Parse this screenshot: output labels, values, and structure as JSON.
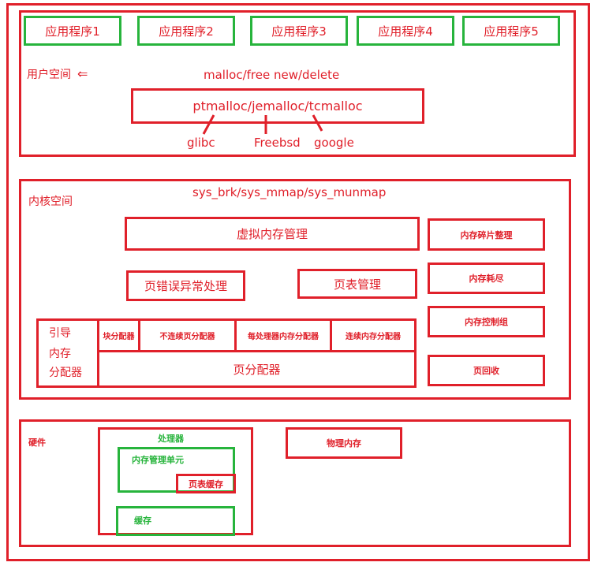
{
  "colors": {
    "red": "#e0202a",
    "green": "#27b43c"
  },
  "user_space": {
    "label": "用户空间",
    "apps": [
      "应用程序1",
      "应用程序2",
      "应用程序3",
      "应用程序4",
      "应用程序5"
    ],
    "api": "malloc/free new/delete",
    "allocators": "ptmalloc/jemalloc/tcmalloc",
    "libs": [
      "glibc",
      "Freebsd",
      "google"
    ]
  },
  "kernel_space": {
    "label": "内核空间",
    "syscalls": "sys_brk/sys_mmap/sys_munmap",
    "vm": "虚拟内存管理",
    "page_fault": "页错误异常处理",
    "page_table": "页表管理",
    "boot_allocator": [
      "引导",
      "内存",
      "分配器"
    ],
    "sub_allocators": [
      "块分配器",
      "不连续页分配器",
      "每处理器内存分配器",
      "连续内存分配器"
    ],
    "page_allocator": "页分配器",
    "side": [
      "内存碎片整理",
      "内存耗尽",
      "内存控制组",
      "页回收"
    ]
  },
  "hardware": {
    "label": "硬件",
    "processor": "处理器",
    "mmu": "内存管理单元",
    "tlb": "页表缓存",
    "cache": "缓存",
    "physical_memory": "物理内存"
  }
}
